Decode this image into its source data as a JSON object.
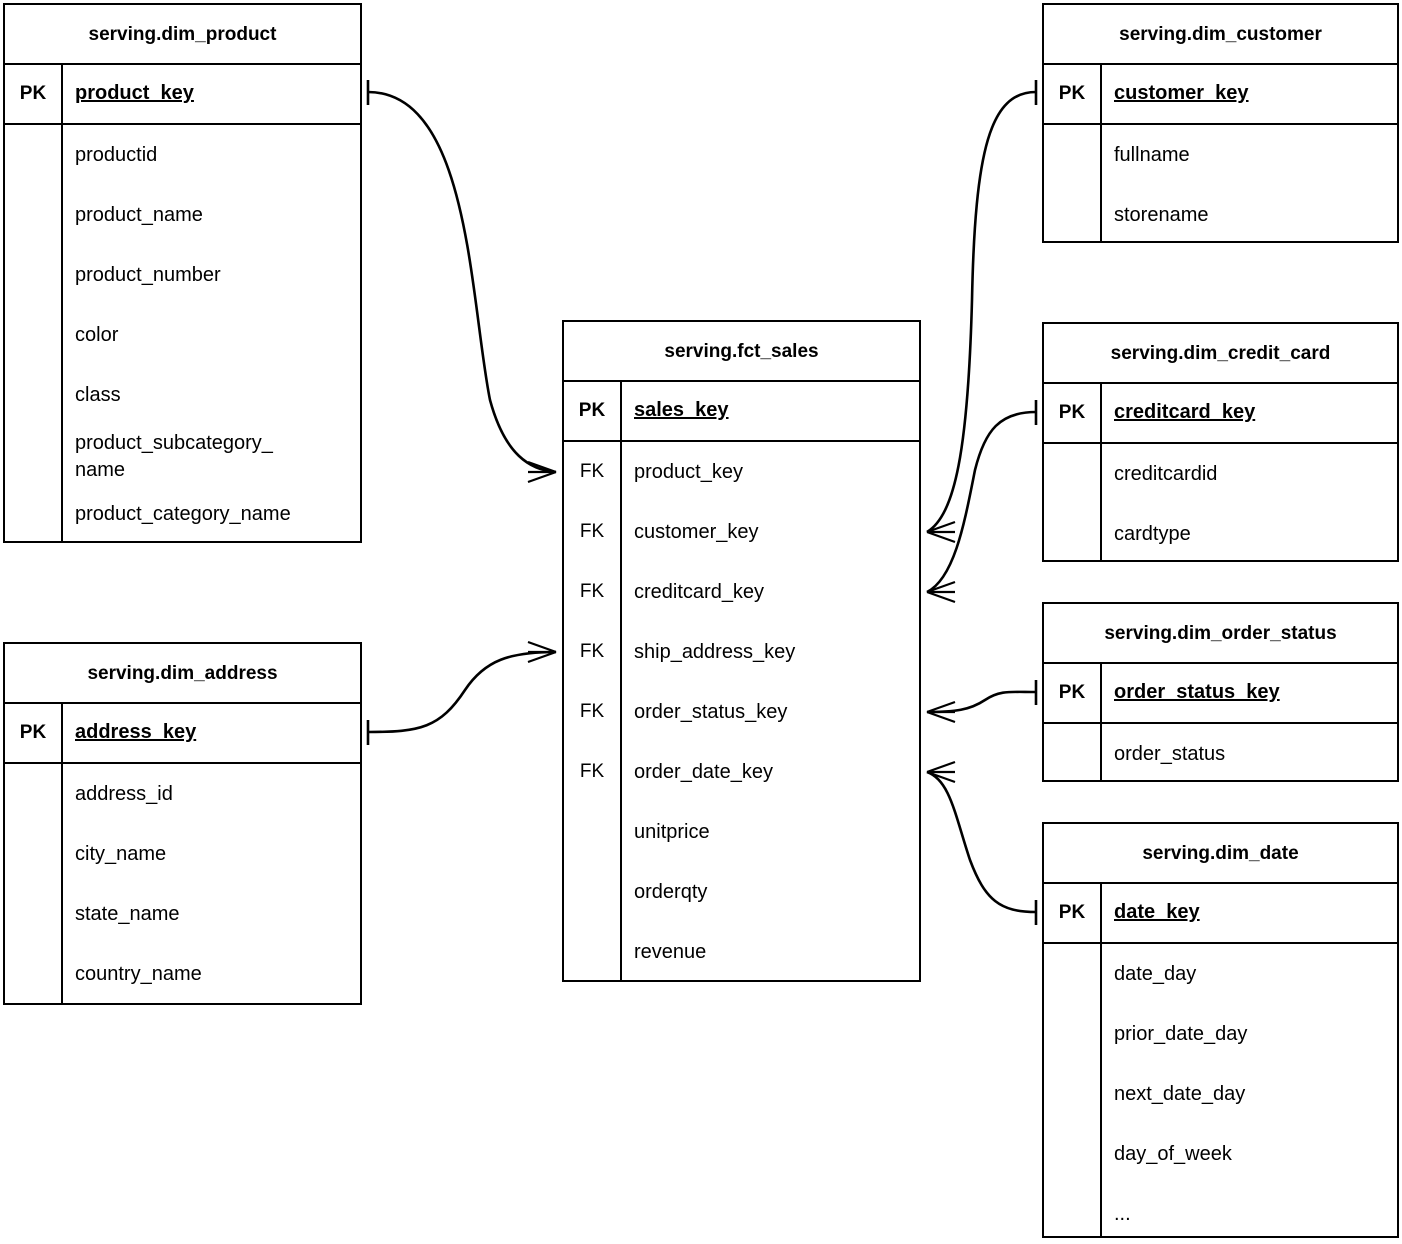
{
  "diagram": {
    "type": "entity-relationship-diagram",
    "notation": "crow-foot",
    "background": "#ffffff",
    "line_color": "#000000"
  },
  "labels": {
    "pk": "PK",
    "fk": "FK"
  },
  "entities": [
    {
      "id": "dim_product",
      "title": "serving.dim_product",
      "pk": {
        "key": "PK",
        "name": "product_key"
      },
      "fields": [
        {
          "key": "",
          "name": "productid"
        },
        {
          "key": "",
          "name": "product_name"
        },
        {
          "key": "",
          "name": "product_number"
        },
        {
          "key": "",
          "name": "color"
        },
        {
          "key": "",
          "name": "class"
        },
        {
          "key": "",
          "name": "product_subcategory_\nname"
        },
        {
          "key": "",
          "name": "product_category_name"
        }
      ]
    },
    {
      "id": "dim_address",
      "title": "serving.dim_address",
      "pk": {
        "key": "PK",
        "name": "address_key"
      },
      "fields": [
        {
          "key": "",
          "name": "address_id"
        },
        {
          "key": "",
          "name": "city_name"
        },
        {
          "key": "",
          "name": "state_name"
        },
        {
          "key": "",
          "name": "country_name"
        }
      ]
    },
    {
      "id": "fct_sales",
      "title": "serving.fct_sales",
      "pk": {
        "key": "PK",
        "name": "sales_key"
      },
      "fields": [
        {
          "key": "FK",
          "name": "product_key"
        },
        {
          "key": "FK",
          "name": "customer_key"
        },
        {
          "key": "FK",
          "name": "creditcard_key"
        },
        {
          "key": "FK",
          "name": "ship_address_key"
        },
        {
          "key": "FK",
          "name": "order_status_key"
        },
        {
          "key": "FK",
          "name": "order_date_key"
        },
        {
          "key": "",
          "name": "unitprice"
        },
        {
          "key": "",
          "name": "orderqty"
        },
        {
          "key": "",
          "name": "revenue"
        }
      ]
    },
    {
      "id": "dim_customer",
      "title": "serving.dim_customer",
      "pk": {
        "key": "PK",
        "name": "customer_key"
      },
      "fields": [
        {
          "key": "",
          "name": "fullname"
        },
        {
          "key": "",
          "name": "storename"
        }
      ]
    },
    {
      "id": "dim_credit_card",
      "title": "serving.dim_credit_card",
      "pk": {
        "key": "PK",
        "name": "creditcard_key"
      },
      "fields": [
        {
          "key": "",
          "name": "creditcardid"
        },
        {
          "key": "",
          "name": "cardtype"
        }
      ]
    },
    {
      "id": "dim_order_status",
      "title": "serving.dim_order_status",
      "pk": {
        "key": "PK",
        "name": "order_status_key"
      },
      "fields": [
        {
          "key": "",
          "name": "order_status"
        }
      ]
    },
    {
      "id": "dim_date",
      "title": "serving.dim_date",
      "pk": {
        "key": "PK",
        "name": "date_key"
      },
      "fields": [
        {
          "key": "",
          "name": "date_day"
        },
        {
          "key": "",
          "name": "prior_date_day"
        },
        {
          "key": "",
          "name": "next_date_day"
        },
        {
          "key": "",
          "name": "day_of_week"
        },
        {
          "key": "",
          "name": "..."
        }
      ]
    }
  ],
  "relationships": [
    {
      "id": "rel-product-sales",
      "from": "dim_product.product_key",
      "to": "fct_sales.product_key",
      "from_cardinality": "one",
      "to_cardinality": "many"
    },
    {
      "id": "rel-address-sales",
      "from": "dim_address.address_key",
      "to": "fct_sales.ship_address_key",
      "from_cardinality": "one",
      "to_cardinality": "many"
    },
    {
      "id": "rel-customer-sales",
      "from": "dim_customer.customer_key",
      "to": "fct_sales.customer_key",
      "from_cardinality": "one",
      "to_cardinality": "many"
    },
    {
      "id": "rel-creditcard-sales",
      "from": "dim_credit_card.creditcard_key",
      "to": "fct_sales.creditcard_key",
      "from_cardinality": "one",
      "to_cardinality": "many"
    },
    {
      "id": "rel-orderstatus-sales",
      "from": "dim_order_status.order_status_key",
      "to": "fct_sales.order_status_key",
      "from_cardinality": "one",
      "to_cardinality": "many"
    },
    {
      "id": "rel-date-sales",
      "from": "dim_date.date_key",
      "to": "fct_sales.order_date_key",
      "from_cardinality": "one",
      "to_cardinality": "many"
    }
  ]
}
